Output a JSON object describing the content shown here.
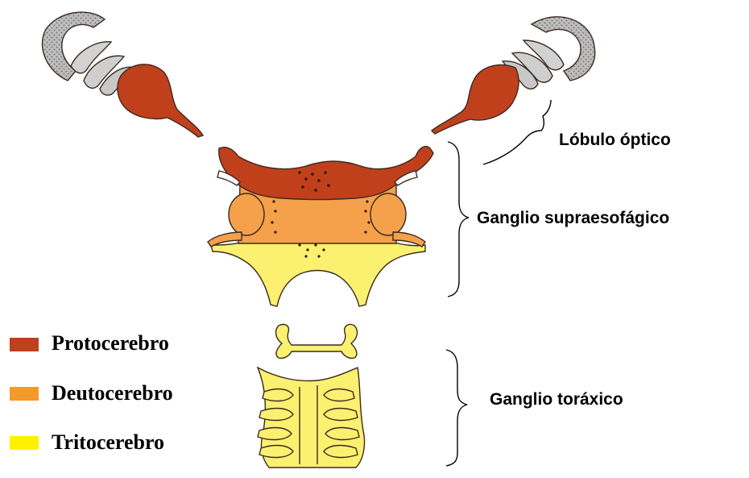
{
  "labels": {
    "optic_lobe": "Lóbulo óptico",
    "supraesophageal": "Ganglio supraesofágico",
    "thoracic": "Ganglio toráxico"
  },
  "legend": [
    {
      "label": "Protocerebro",
      "color": "#c0401c"
    },
    {
      "label": "Deutocerebro",
      "color": "#f59a2a"
    },
    {
      "label": "Tritocerebro",
      "color": "#fff200"
    }
  ],
  "colors": {
    "protocerebro": "#c0401c",
    "deutocerebro": "#f5a04a",
    "tritocerebro": "#fbf070",
    "optic_grey": "#a9a9a9",
    "optic_light": "#d2d2d2"
  }
}
